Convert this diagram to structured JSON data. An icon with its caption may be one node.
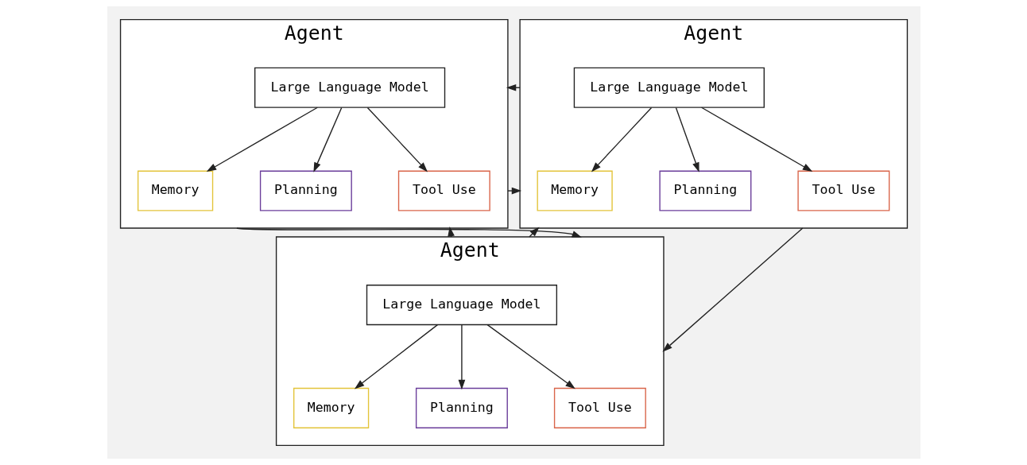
{
  "diagram": {
    "nodes": [
      {
        "text": [
          "Agent"
        ]
      },
      {
        "text": [
          "Large Language Model"
        ],
        "in": 0
      },
      {
        "text": [
          "Memory"
        ],
        "in": 0
      },
      {
        "text": [
          "Planning"
        ],
        "in": 0
      },
      {
        "text": [
          "Tool Use"
        ],
        "in": 0
      },
      {
        "text": [
          "Agent"
        ]
      },
      {
        "text": [
          "Large Language Model"
        ],
        "in": 5
      },
      {
        "text": [
          "Memory"
        ],
        "in": 5
      },
      {
        "text": [
          "Planning"
        ],
        "in": 5
      },
      {
        "text": [
          "Tool Use"
        ],
        "in": 5
      },
      {
        "text": [
          "Agent"
        ]
      },
      {
        "text": [
          "Large Language Model"
        ],
        "in": 10
      },
      {
        "text": [
          "Memory"
        ],
        "in": 10
      },
      {
        "text": [
          "Planning"
        ],
        "in": 10
      },
      {
        "text": [
          "Tool Use"
        ],
        "in": 10
      }
    ],
    "edges": [
      {
        "from": 1,
        "to": 2,
        "arrow": "to"
      },
      {
        "from": 1,
        "to": 3,
        "arrow": "to"
      },
      {
        "from": 1,
        "to": 4,
        "arrow": "to"
      },
      {
        "from": 6,
        "to": 7,
        "arrow": "to"
      },
      {
        "from": 6,
        "to": 8,
        "arrow": "to"
      },
      {
        "from": 6,
        "to": 9,
        "arrow": "to"
      },
      {
        "from": 11,
        "to": 12,
        "arrow": "to"
      },
      {
        "from": 11,
        "to": 13,
        "arrow": "to"
      },
      {
        "from": 11,
        "to": 14,
        "arrow": "to"
      },
      {
        "from": 5,
        "to": 0,
        "arrow": "to"
      },
      {
        "from": 0,
        "to": 5,
        "arrow": "to"
      },
      {
        "from": 10,
        "to": 0,
        "arrow": "to"
      },
      {
        "from": 0,
        "to": 10,
        "arrow": "to"
      },
      {
        "from": 10,
        "to": 5,
        "arrow": "to"
      },
      {
        "from": 5,
        "to": 10,
        "arrow": "to"
      }
    ]
  }
}
